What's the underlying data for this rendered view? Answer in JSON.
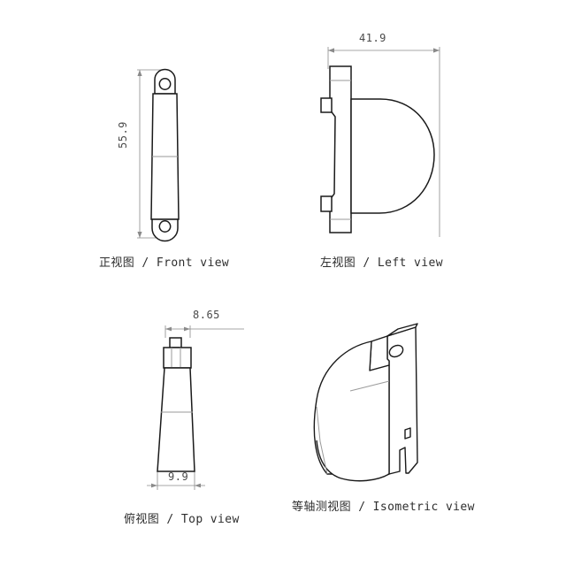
{
  "drawing": {
    "background_color": "#ffffff",
    "line_color": "#1a1a1a",
    "dim_line_color": "#8a8a8a",
    "internal_line_color": "#9a9a9a",
    "sheet_width": 640,
    "sheet_height": 640
  },
  "views": {
    "front": {
      "caption": "正视图 / Front view",
      "caption_cn": "正视图",
      "caption_en": "Front view",
      "dimension": {
        "label": "55.9",
        "orientation": "vertical",
        "value": 55.9
      }
    },
    "left": {
      "caption": "左视图 / Left view",
      "caption_cn": "左视图",
      "caption_en": "Left view",
      "dimension": {
        "label": "41.9",
        "orientation": "horizontal",
        "value": 41.9
      }
    },
    "top": {
      "caption": "俯视图 / Top view",
      "caption_cn": "俯视图",
      "caption_en": "Top view",
      "dimension_top": {
        "label": "8.65",
        "orientation": "horizontal",
        "value": 8.65
      },
      "dimension_bottom": {
        "label": "9.9",
        "orientation": "horizontal",
        "value": 9.9
      }
    },
    "isometric": {
      "caption": "等轴测视图 / Isometric view",
      "caption_cn": "等轴测视图",
      "caption_en": "Isometric view"
    }
  }
}
